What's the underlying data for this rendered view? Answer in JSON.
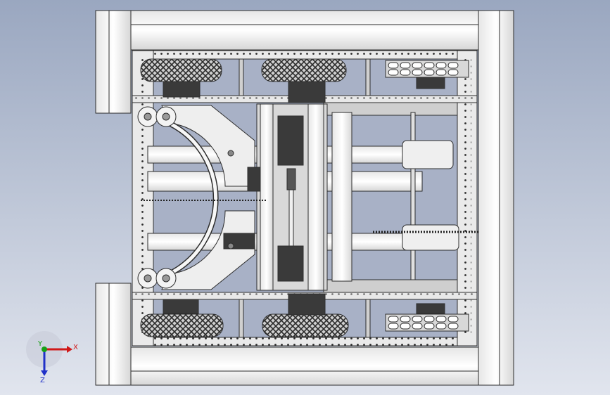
{
  "viewport": {
    "background_top": "#9aa7c0",
    "background_bottom": "#e1e5ee"
  },
  "model": {
    "frame_color": "#f2f2f2",
    "frame_edge": "#2d2d2d",
    "tread_color": "#3a3a3a",
    "roller_color": "#ffffff"
  },
  "triad": {
    "x_label": "X",
    "y_label": "Y",
    "z_label": "Z",
    "x_color": "#d01818",
    "y_color": "#18a018",
    "z_color": "#2030c8"
  }
}
